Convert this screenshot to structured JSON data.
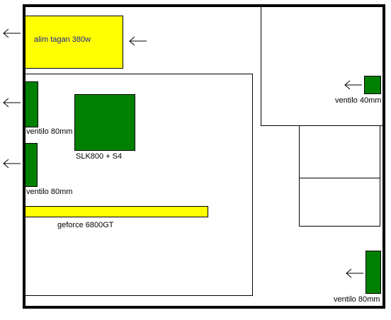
{
  "components": {
    "psu_label": "alim tagan 380w",
    "fan_front_top_label": "ventilo 80mm",
    "fan_front_bottom_label": "ventilo 80mm",
    "cpu_cooler_label": "SLK800 + S4",
    "gpu_label": "geforce 6800GT",
    "fan_40mm_label": "ventilo 40mm",
    "fan_rear_bottom_label": "ventilo 80mm"
  },
  "colors": {
    "fan": "#008000",
    "highlight": "#ffff00",
    "outline": "#000000",
    "psu_text": "#1a1aa6"
  }
}
